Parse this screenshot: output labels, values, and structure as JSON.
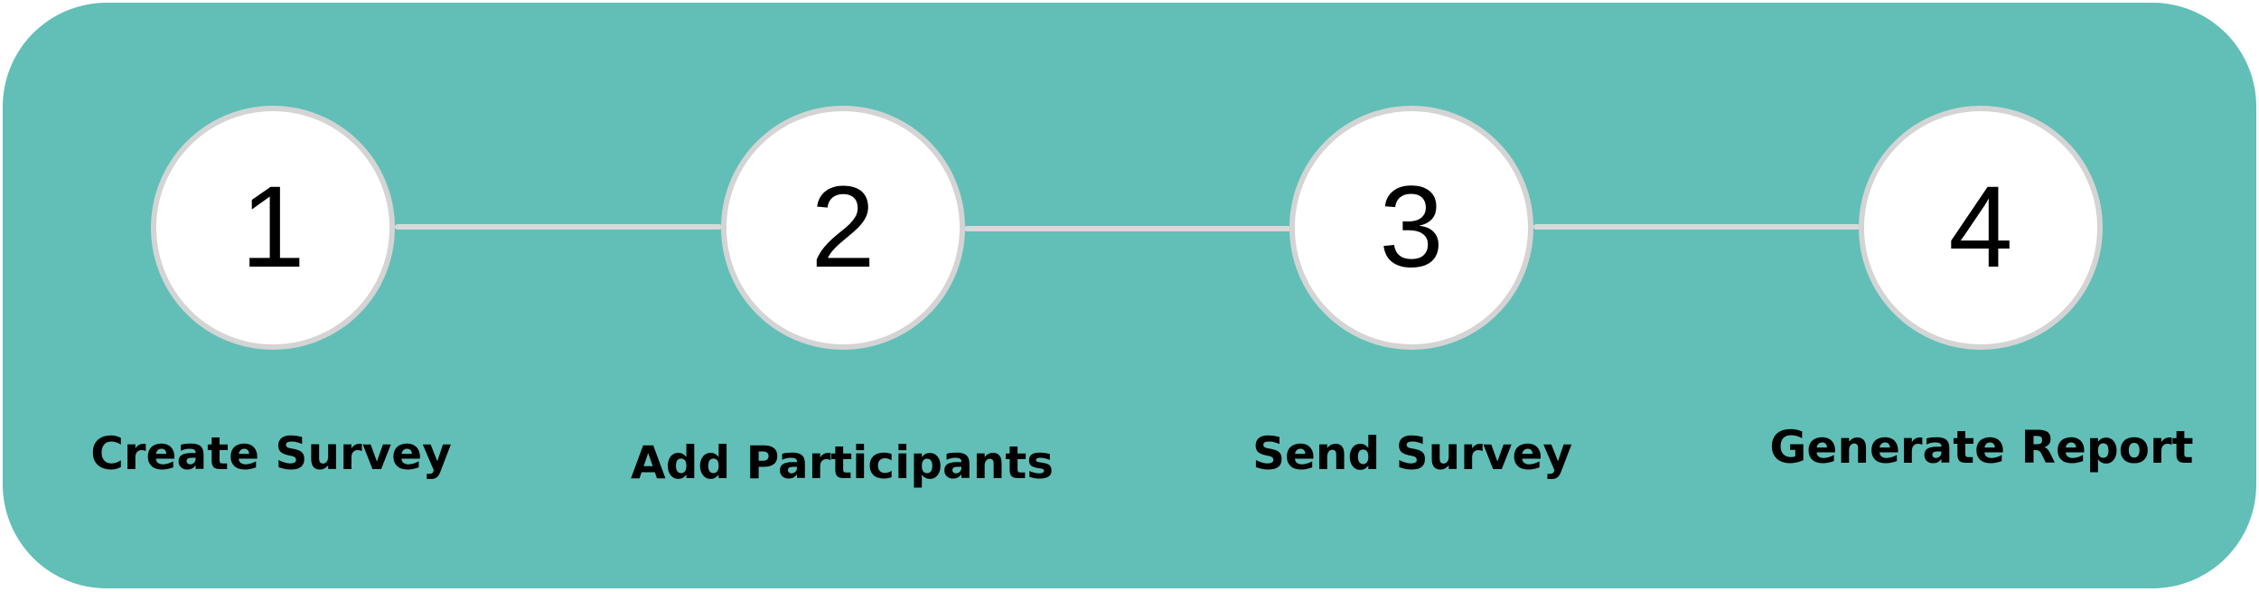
{
  "steps": [
    {
      "number": "1",
      "label": "Create Survey"
    },
    {
      "number": "2",
      "label": "Add Participants"
    },
    {
      "number": "3",
      "label": "Send Survey"
    },
    {
      "number": "4",
      "label": "Generate Report"
    }
  ],
  "colors": {
    "panel": "#61bfb7",
    "circle_fill": "#ffffff",
    "circle_border": "#d4d4d4",
    "connector": "#d9d9d9",
    "text": "#000000"
  }
}
